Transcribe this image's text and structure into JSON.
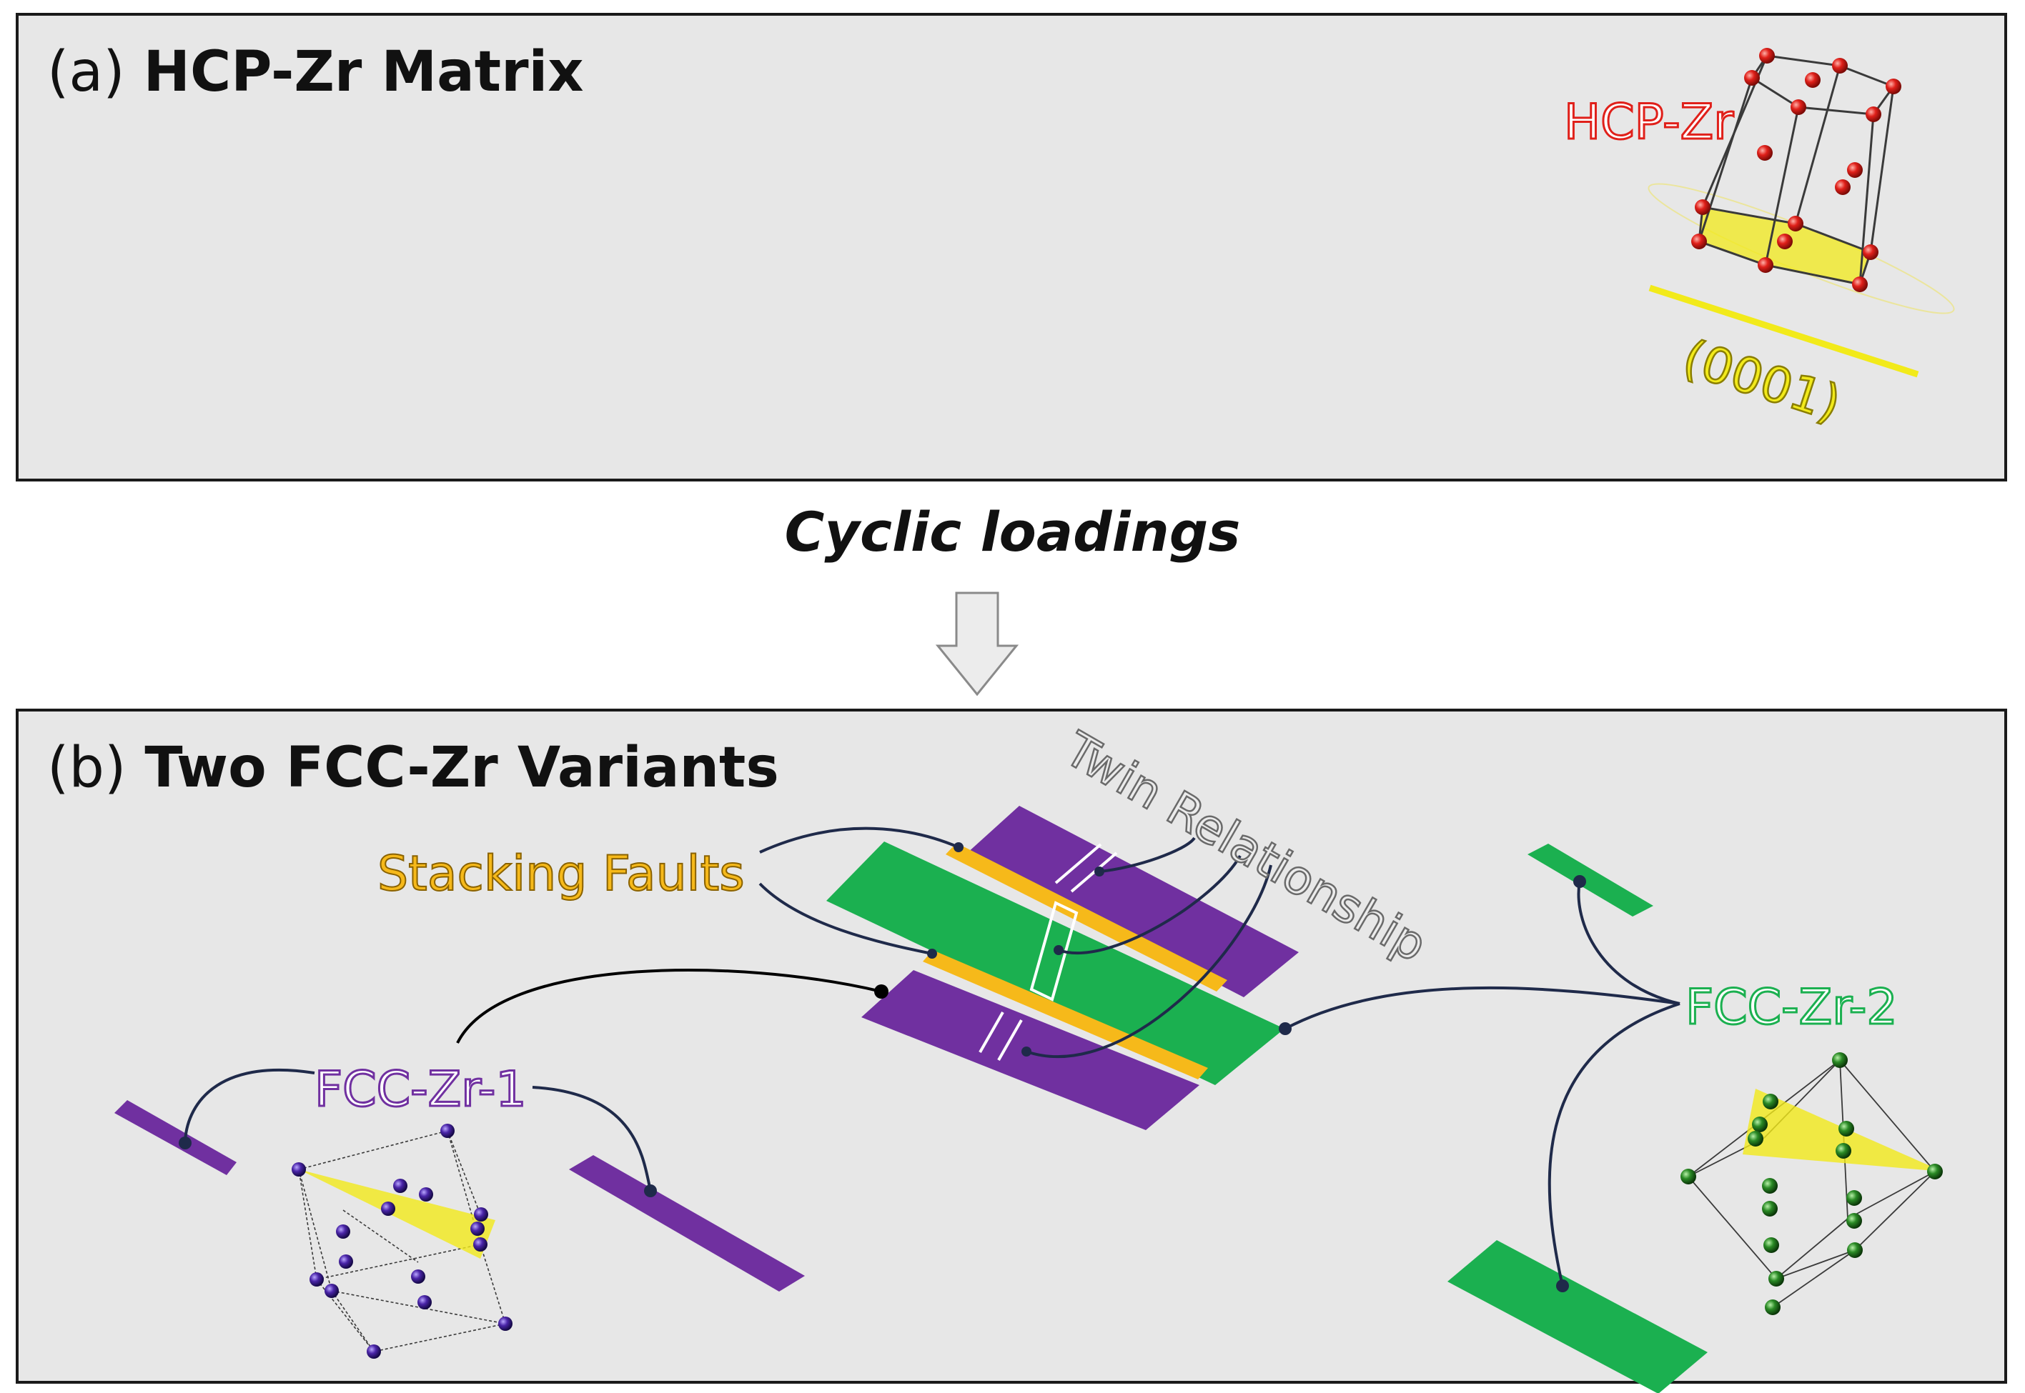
{
  "panel_a": {
    "letter": "(a)",
    "title": "HCP-Zr Matrix",
    "structure_label": "HCP-Zr",
    "plane_label": "(0001)"
  },
  "transition": {
    "label": "Cyclic loadings"
  },
  "panel_b": {
    "letter": "(b)",
    "title": "Two FCC-Zr Variants",
    "stacking_faults_label": "Stacking Faults",
    "twin_label": "Twin Relationship",
    "variant1_label": "FCC-Zr-1",
    "variant2_label": "FCC-Zr-2"
  },
  "colors": {
    "panel_background": "#e7e7e7",
    "hcp_atom": "#e0201a",
    "plane_highlight": "#f2ea1a",
    "variant1": "#7030a0",
    "variant2": "#1bb050",
    "stacking_fault": "#f6b91a",
    "twin_outline": "#ffffff"
  }
}
